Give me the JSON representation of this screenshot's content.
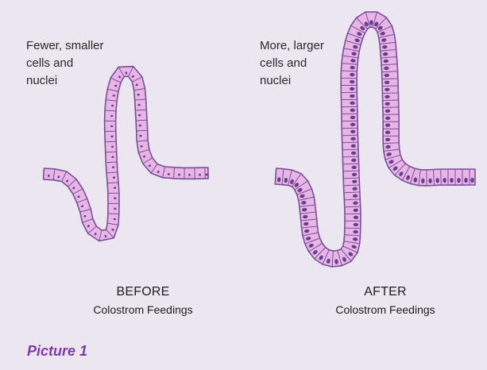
{
  "notes": {
    "before": "Fewer, smaller\ncells and\nnuclei",
    "after": "More, larger\ncells and\nnuclei"
  },
  "captions": {
    "before": {
      "title": "BEFORE",
      "subtitle": "Colostrom Feedings"
    },
    "after": {
      "title": "AFTER",
      "subtitle": "Colostrom Feedings"
    }
  },
  "picture_title": "Picture 1",
  "colors": {
    "background": "#ebe6ef",
    "cell_fill": "#e8b6e6",
    "cell_stroke": "#7a4f9a",
    "nucleus": "#6a3d8a",
    "title_accent": "#7e3aa5"
  }
}
